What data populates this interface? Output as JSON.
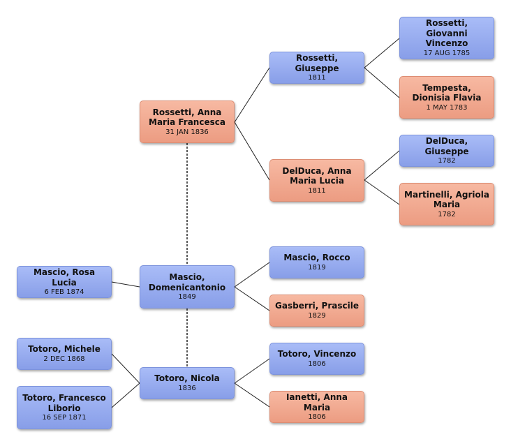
{
  "colors": {
    "male": "#98adef",
    "female": "#f2a98f",
    "line": "#222222"
  },
  "people": {
    "anna_maria_francesca": {
      "name": "Rossetti, Anna Maria Francesca",
      "date": "31 JAN 1836",
      "sex": "female"
    },
    "giuseppe_rossetti": {
      "name": "Rossetti, Giuseppe",
      "date": "1811",
      "sex": "male"
    },
    "giovanni_vincenzo": {
      "name": "Rossetti, Giovanni Vincenzo",
      "date": "17 AUG 1785",
      "sex": "male"
    },
    "dionisia_flavia": {
      "name": "Tempesta, Dionisia Flavia",
      "date": "1 MAY 1783",
      "sex": "female"
    },
    "anna_maria_lucia": {
      "name": "DelDuca, Anna Maria Lucia",
      "date": "1811",
      "sex": "female"
    },
    "giuseppe_delduca": {
      "name": "DelDuca, Giuseppe",
      "date": "1782",
      "sex": "male"
    },
    "agriola_maria": {
      "name": "Martinelli, Agriola Maria",
      "date": "1782",
      "sex": "female"
    },
    "rosa_lucia": {
      "name": "Mascio, Rosa Lucia",
      "date": "6 FEB 1874",
      "sex": "male"
    },
    "domenicantonio": {
      "name": "Mascio, Domenicantonio",
      "date": "1849",
      "sex": "male"
    },
    "rocco": {
      "name": "Mascio, Rocco",
      "date": "1819",
      "sex": "male"
    },
    "prascile": {
      "name": "Gasberri, Prascile",
      "date": "1829",
      "sex": "female"
    },
    "michele": {
      "name": "Totoro, Michele",
      "date": "2 DEC 1868",
      "sex": "male"
    },
    "francesco_liborio": {
      "name": "Totoro, Francesco Liborio",
      "date": "16 SEP 1871",
      "sex": "male"
    },
    "nicola": {
      "name": "Totoro, Nicola",
      "date": "1836",
      "sex": "male"
    },
    "vincenzo": {
      "name": "Totoro, Vincenzo",
      "date": "1806",
      "sex": "male"
    },
    "anna_maria_ianetti": {
      "name": "Ianetti, Anna Maria",
      "date": "1806",
      "sex": "female"
    }
  }
}
